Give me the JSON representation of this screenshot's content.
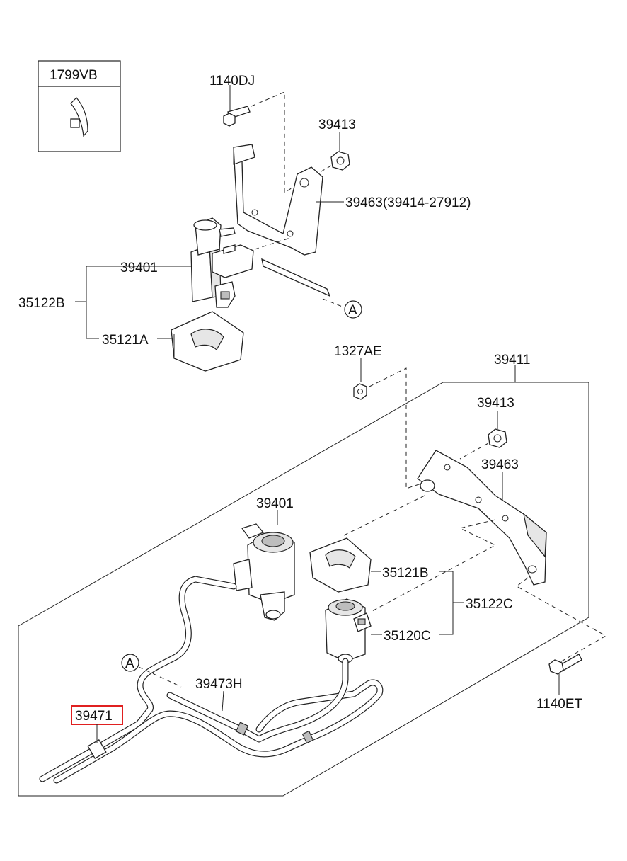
{
  "diagram": {
    "labels": {
      "kit_box": "1799VB",
      "bolt_top": "1140DJ",
      "nut_top": "39413",
      "bracket_top": "39463(39414-27912)",
      "solenoid_top": "39401",
      "assy_top": "35122B",
      "holder_top": "35121A",
      "ref_a_top": "A",
      "nut_mid": "1327AE",
      "module_assy": "39411",
      "nut_right": "39413",
      "bracket_right": "39463",
      "solenoid_bottom": "39401",
      "holder_bottom": "35121B",
      "assy_bottom": "35122C",
      "valve_bottom": "35120C",
      "ref_a_bottom": "A",
      "hose_mid": "39473H",
      "hose_main": "39471",
      "bolt_bottom": "1140ET"
    },
    "highlight": {
      "label": "hose_main",
      "color": "#e02020"
    }
  }
}
